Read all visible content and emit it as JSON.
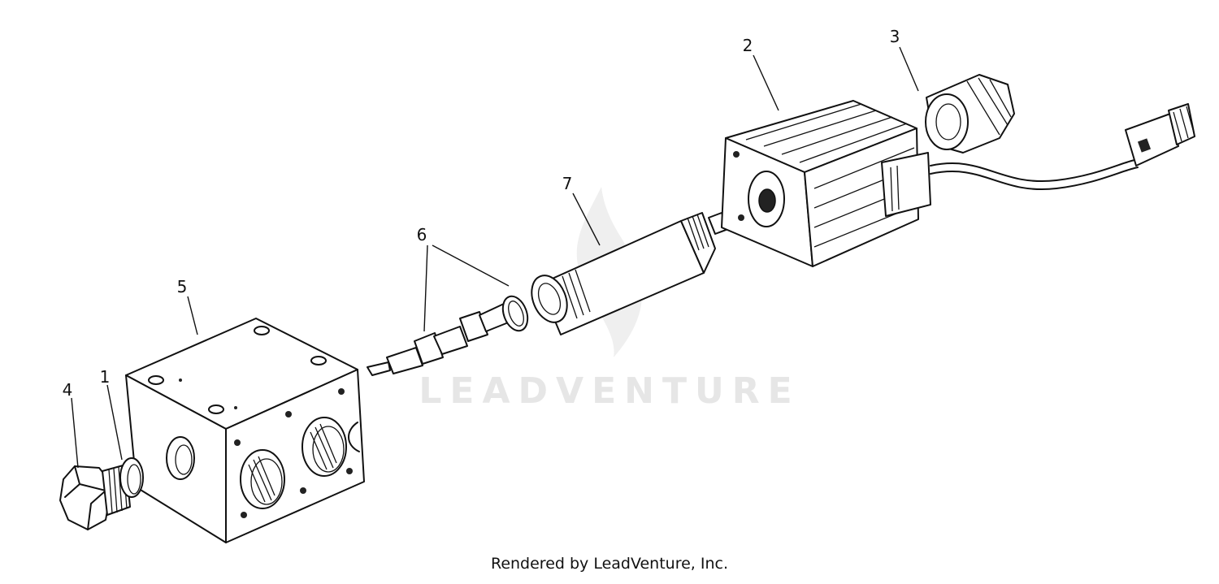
{
  "watermark_text": "LEADVENTURE",
  "footer_text": "Rendered by LeadVenture, Inc.",
  "callouts": {
    "c1": "1",
    "c2": "2",
    "c3": "3",
    "c4": "4",
    "c5": "5",
    "c6": "6",
    "c7": "7"
  },
  "colors": {
    "line": "#111111",
    "watermark": "#e6e6e6",
    "background": "#ffffff"
  }
}
